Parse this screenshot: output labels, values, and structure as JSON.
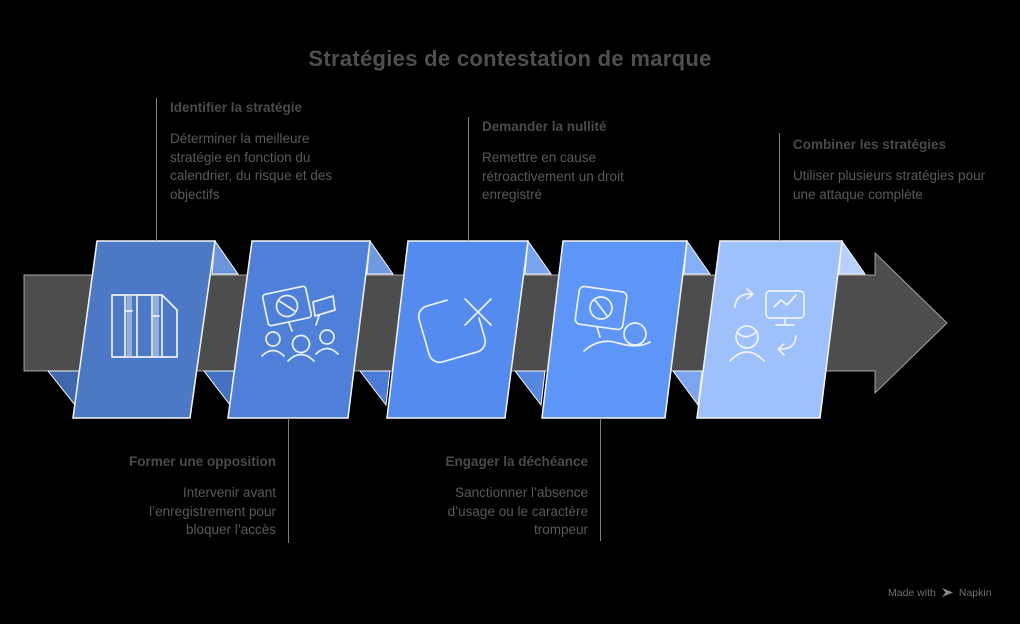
{
  "title": "Stratégies de contestation de marque",
  "colors": {
    "background": "#000000",
    "arrow_band": "#4d4d4d",
    "title_text": "#4f4f4f",
    "label_text": "#4a4a4a",
    "description_text": "#595959",
    "connector_line": "#808080",
    "icon_stroke": "#f4f7ff"
  },
  "steps": [
    {
      "order": 1,
      "label_position": "top",
      "label": "Identifier la stratégie",
      "description": "Déterminer la meilleure stratégie en fonction du calendrier, du risque et des objectifs",
      "icon": "books-shelf-icon",
      "panel_color": "#4b79c6"
    },
    {
      "order": 2,
      "label_position": "bottom",
      "label": "Former une opposition",
      "description": "Intervenir avant l’enregistrement pour bloquer l’accès",
      "icon": "protest-crowd-icon",
      "panel_color": "#4f80d9"
    },
    {
      "order": 3,
      "label_position": "top",
      "label": "Demander la nullité",
      "description": "Remettre en cause rétroactivement un droit enregistré",
      "icon": "cancel-square-icon",
      "panel_color": "#548bef"
    },
    {
      "order": 4,
      "label_position": "bottom",
      "label": "Engager la déchéance",
      "description": "Sanctionner l’absence d’usage ou le caractère trompeur",
      "icon": "revoked-sign-icon",
      "panel_color": "#5e96f7"
    },
    {
      "order": 5,
      "label_position": "top",
      "label": "Combiner les stratégies",
      "description": "Utiliser plusieurs stratégies pour une attaque complète",
      "icon": "combine-strategies-icon",
      "panel_color": "#9ec0fb"
    }
  ],
  "footer": {
    "made_with": "Made with",
    "brand": "Napkin"
  }
}
